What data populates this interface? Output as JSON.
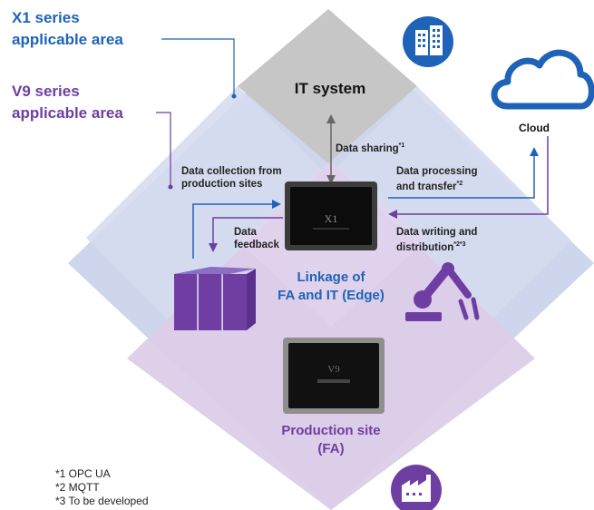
{
  "areas": {
    "x1_line1": "X1 series",
    "x1_line2": "applicable area",
    "v9_line1": "V9 series",
    "v9_line2": "applicable area"
  },
  "it_system": "IT system",
  "cloud": "Cloud",
  "flows": {
    "data_sharing": "Data sharing",
    "data_sharing_sup": "*1",
    "collection_line1": "Data collection from",
    "collection_line2": "production sites",
    "processing_line1": "Data processing",
    "processing_line2": "and transfer",
    "processing_sup": "*2",
    "feedback_line1": "Data",
    "feedback_line2": "feedback",
    "writing_line1": "Data writing and",
    "writing_line2": "distribution",
    "writing_sup": "*2*3"
  },
  "edge": {
    "line1": "Linkage of",
    "line2": "FA and IT (Edge)",
    "device_label": "X1"
  },
  "production": {
    "line1": "Production site",
    "line2": "(FA)",
    "device_label": "V9"
  },
  "notes": [
    "*1 OPC UA",
    "*2 MQTT",
    "*3 To be developed"
  ],
  "colors": {
    "x1_area": "#c9d4ea",
    "v9_area": "#d8c6e6",
    "it_area": "#c8c8c8",
    "blue": "#1f63b8",
    "purple": "#6e3ea3"
  },
  "icons": [
    "building-icon",
    "cloud-icon",
    "boxes-icon",
    "robot-arm-icon",
    "factory-icon"
  ]
}
